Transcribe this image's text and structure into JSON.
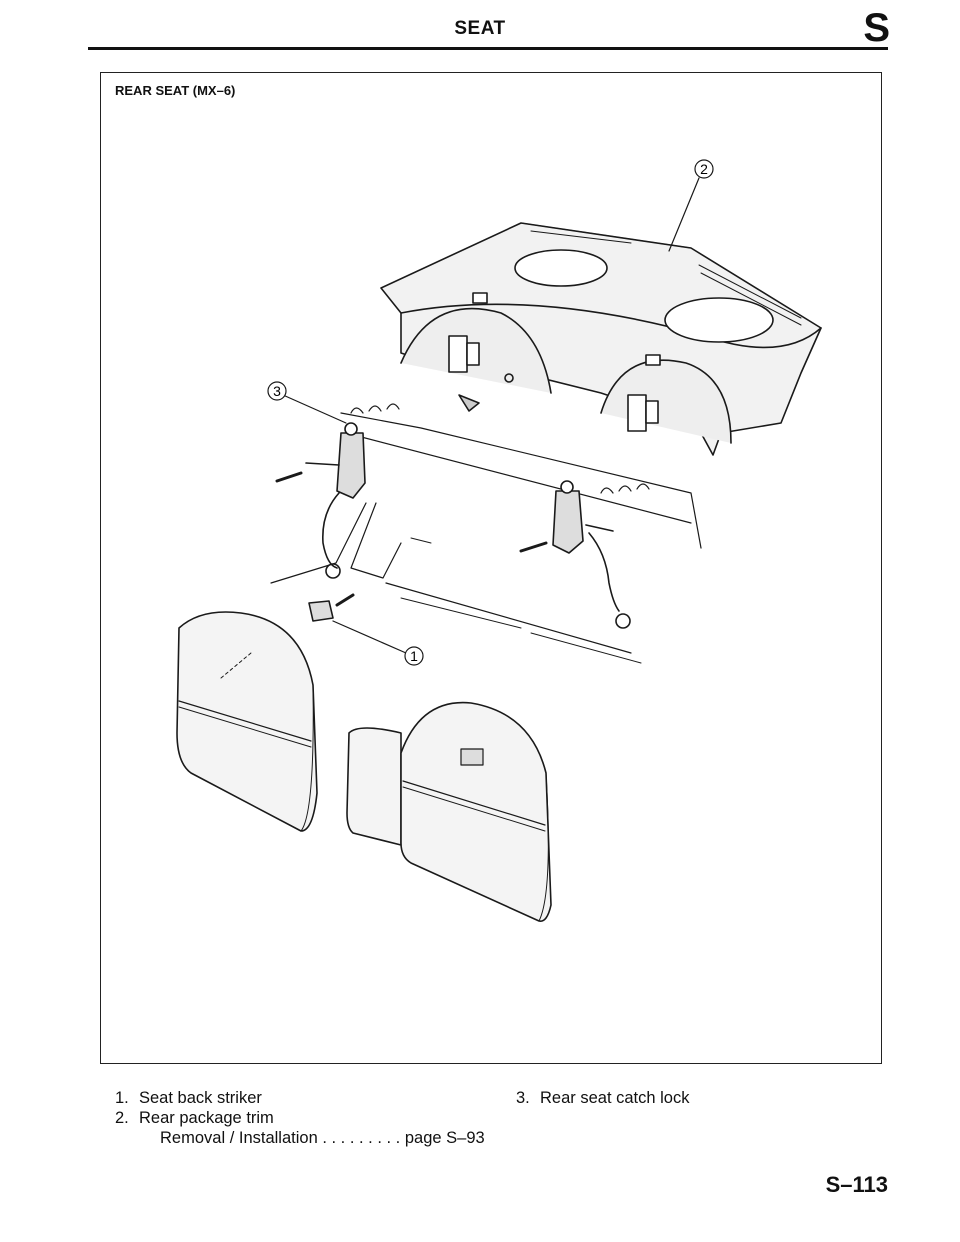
{
  "header": {
    "title": "SEAT",
    "section_letter": "S"
  },
  "figure": {
    "title": "REAR SEAT (MX–6)",
    "callouts": [
      "1",
      "2",
      "3"
    ]
  },
  "legend": {
    "items": [
      {
        "num": "1.",
        "label": "Seat back striker"
      },
      {
        "num": "2.",
        "label": "Rear package trim",
        "sub": "Removal / Installation . . . . . . . . . page S–93"
      },
      {
        "num": "3.",
        "label": "Rear seat catch lock"
      }
    ]
  },
  "footer": {
    "page_number": "S–113"
  }
}
